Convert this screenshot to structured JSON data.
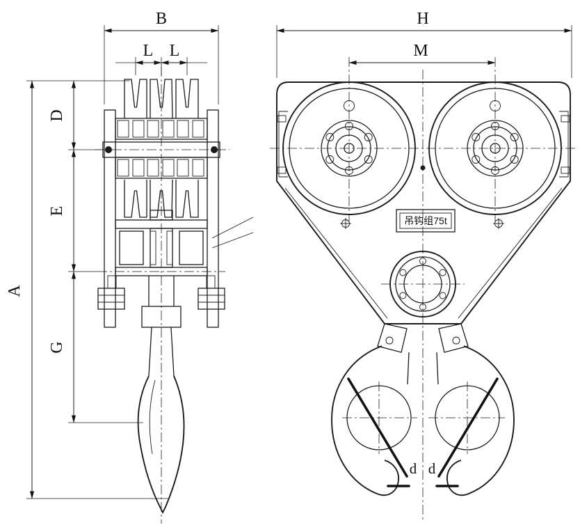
{
  "drawing": {
    "nameplate_text": "吊钩组75t",
    "side_view": {
      "dim_B": "B",
      "dim_L1": "L",
      "dim_L2": "L",
      "dim_A": "A",
      "dim_D": "D",
      "dim_E": "E",
      "dim_G": "G"
    },
    "front_view": {
      "dim_H": "H",
      "dim_M": "M",
      "dim_d1": "d",
      "dim_d2": "d"
    }
  }
}
